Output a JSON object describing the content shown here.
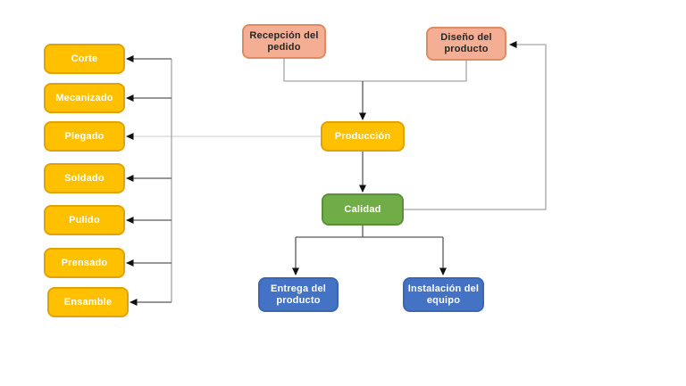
{
  "diagram": {
    "type": "flowchart",
    "background": "#FFFFFF",
    "palette": {
      "input": {
        "fill": "#F4AE93",
        "border": "#E08A63",
        "text": "#262626"
      },
      "process": {
        "fill": "#FFC000",
        "border": "#E2A200",
        "text": "#FFFFFF"
      },
      "quality": {
        "fill": "#70AD47",
        "border": "#5B9038",
        "text": "#FFFFFF"
      },
      "output": {
        "fill": "#4472C4",
        "border": "#3A66B5",
        "text": "#FFFFFF"
      },
      "line_gray": "#A6A6A6",
      "line_light": "#D8D8D8",
      "line_dark": "#595959",
      "arrow": "#111111"
    },
    "nodes": {
      "recepcion": {
        "label": "Recepción del pedido"
      },
      "diseno": {
        "label": "Diseño del producto"
      },
      "produccion": {
        "label": "Producción"
      },
      "calidad": {
        "label": "Calidad"
      },
      "entrega": {
        "label": "Entrega del producto"
      },
      "instalacion": {
        "label": "Instalación del equipo"
      }
    },
    "process_steps": [
      {
        "label": "Corte"
      },
      {
        "label": "Mecanizado"
      },
      {
        "label": "Plegado"
      },
      {
        "label": "Soldado"
      },
      {
        "label": "Pulido"
      },
      {
        "label": "Prensado"
      },
      {
        "label": "Ensamble"
      }
    ]
  }
}
